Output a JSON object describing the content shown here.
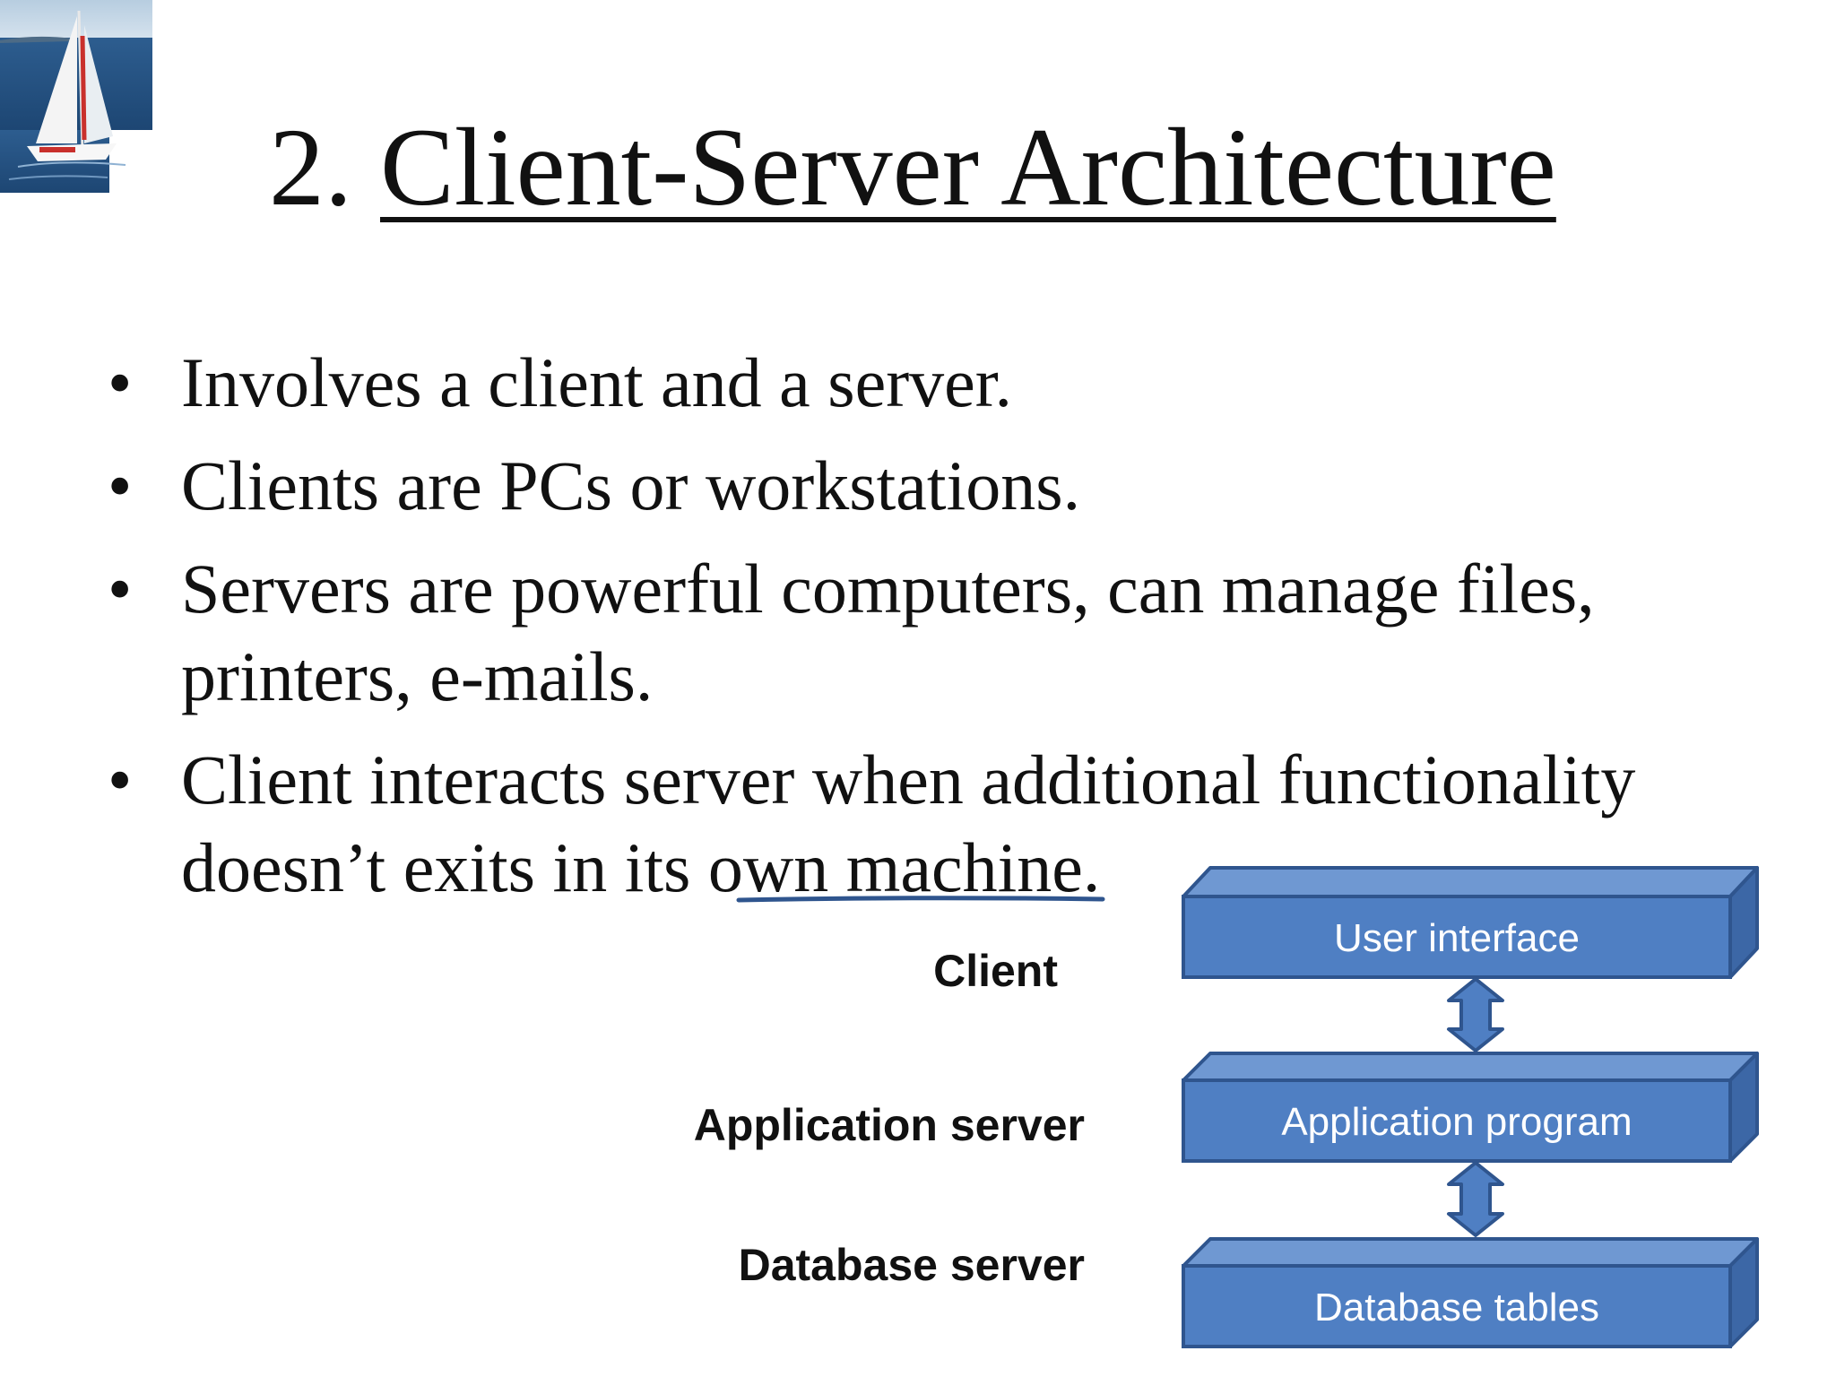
{
  "slide": {
    "title_number": "2.",
    "title_text": "Client-Server Architecture",
    "bullets": [
      {
        "lines": [
          "Involves a client and a server."
        ]
      },
      {
        "lines": [
          "Clients are PCs or workstations."
        ]
      },
      {
        "lines": [
          "Servers are powerful computers, can manage files,",
          "printers, e-mails."
        ]
      },
      {
        "lines": [
          "Client interacts server when additional functionality",
          "doesn’t exits in its own machine."
        ]
      }
    ]
  },
  "diagram": {
    "labels": {
      "client": "Client",
      "application_server": "Application server",
      "database_server": "Database server"
    },
    "tiers": {
      "user_interface": "User interface",
      "application_program": "Application program",
      "database_tables": "Database tables"
    },
    "colors": {
      "box_front": "#4f7fc3",
      "box_top": "#6f98d2",
      "box_side": "#3c67a6",
      "box_stroke": "#2f558e",
      "annotation_line": "#2f558e"
    }
  }
}
